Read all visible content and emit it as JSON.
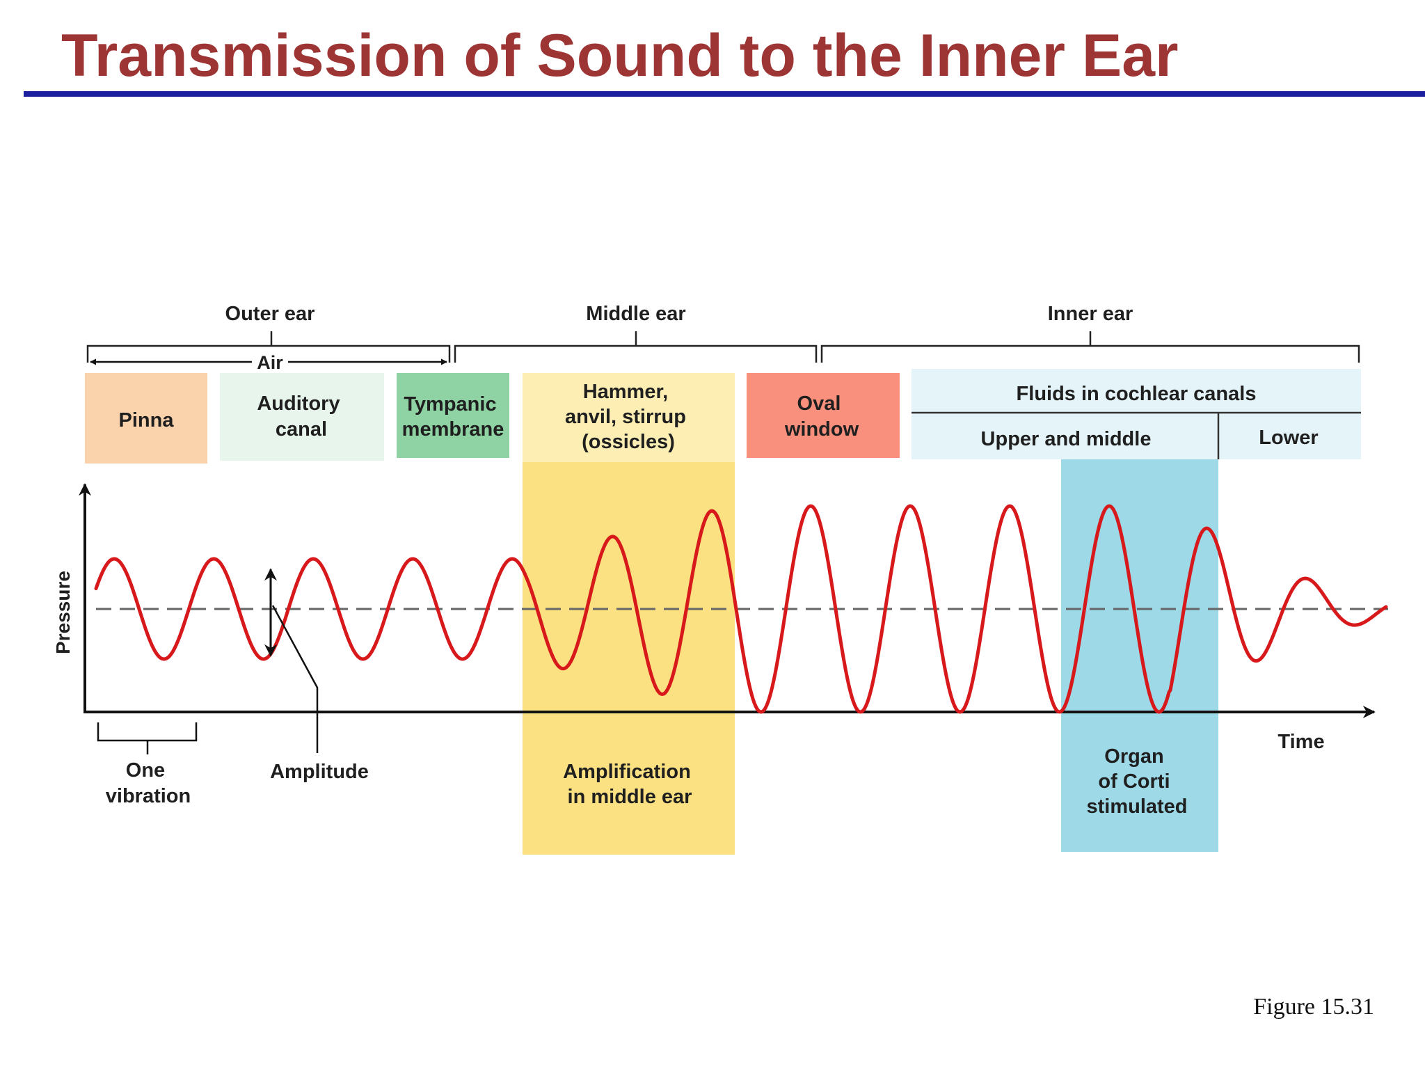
{
  "title": "Transmission of Sound to the Inner Ear",
  "figure_label": "Figure 15.31",
  "regions": {
    "outer_ear": "Outer ear",
    "middle_ear": "Middle ear",
    "inner_ear": "Inner ear",
    "air": "Air"
  },
  "structures": {
    "pinna": [
      "Pinna"
    ],
    "auditory_canal": [
      "Auditory",
      "canal"
    ],
    "tympanic_membrane": [
      "Tympanic",
      "membrane"
    ],
    "ossicles": [
      "Hammer,",
      "anvil, stirrup",
      "(ossicles)"
    ],
    "oval_window": [
      "Oval",
      "window"
    ],
    "fluids_header": "Fluids in cochlear canals",
    "upper_middle": "Upper and middle",
    "lower": "Lower"
  },
  "axes": {
    "y_label": "Pressure",
    "x_label": "Time"
  },
  "annotations": {
    "one_vibration": [
      "One",
      "vibration"
    ],
    "amplitude": "Amplitude",
    "amplification": [
      "Amplification",
      "in middle ear"
    ],
    "organ_of_corti": [
      "Organ",
      "of Corti",
      "stimulated"
    ]
  },
  "colors": {
    "title": "#9e3535",
    "rule": "#1c1fa0",
    "wave": "#d7191c",
    "pinna": "#fad3ad",
    "auditory_canal": "#e8f5ec",
    "tympanic_membrane": "#8fd3a4",
    "ossicles_label": "#fdefb4",
    "ossicles_band": "#fbe182",
    "oval_window": "#f8907d",
    "fluids": "#e5f4f8",
    "corti_band": "#9ed9e8"
  }
}
